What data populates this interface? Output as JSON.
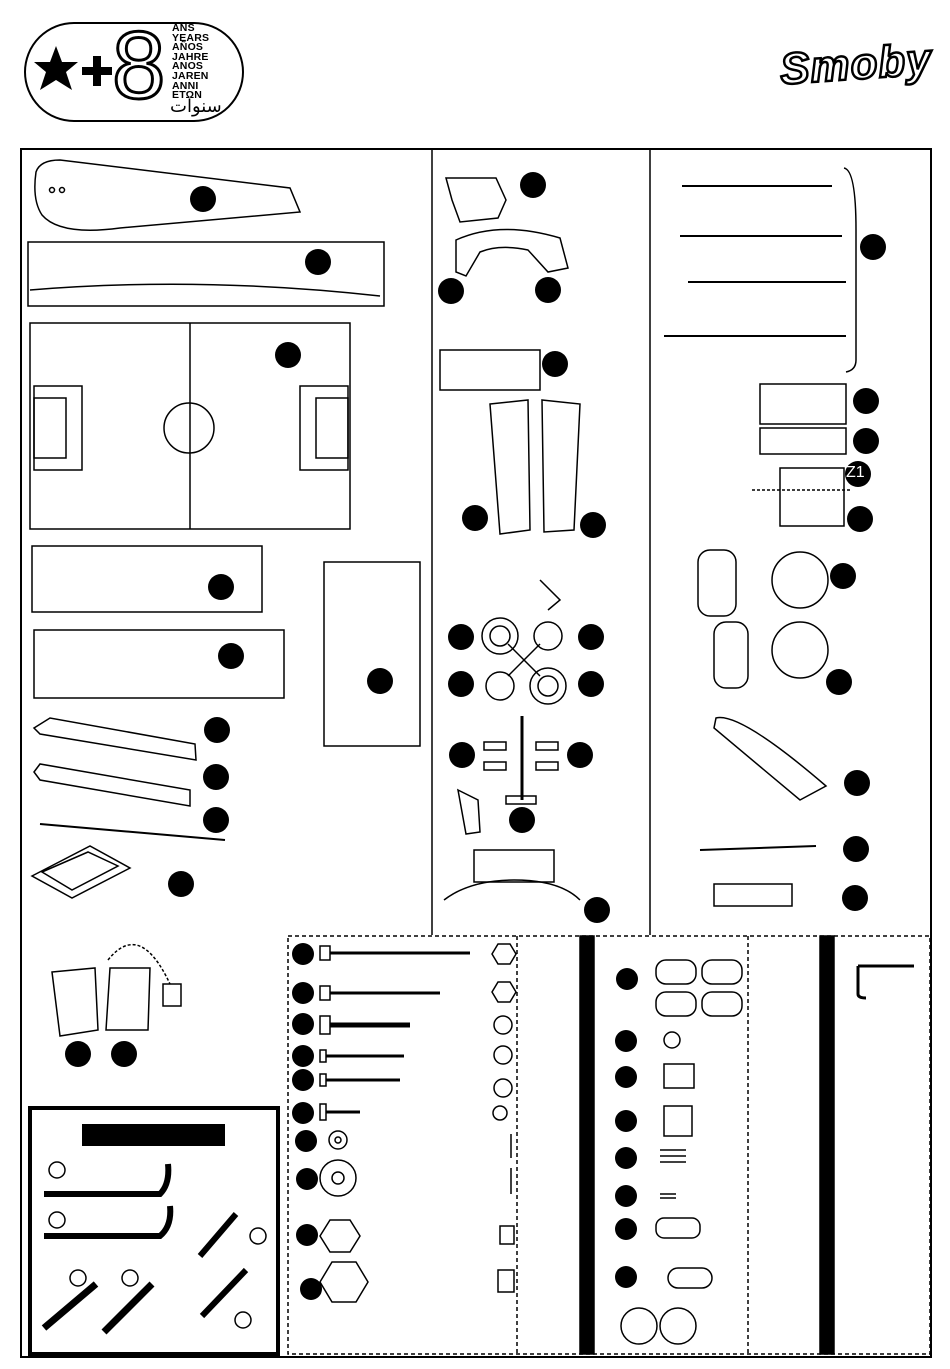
{
  "age": {
    "number": "8",
    "languages": [
      "ANS",
      "YEARS",
      "AÑOS",
      "JAHRE",
      "ANOS",
      "JAREN",
      "ANNI",
      "ΕΤΩΝ"
    ],
    "arabic": "سنوات"
  },
  "brand": {
    "name": "Smoby"
  },
  "labels": {
    "z1": "Z1"
  },
  "icons": [
    "child-figure-icon",
    "plus-icon",
    "allen-key-icon",
    "screwdriver-icon",
    "wrench-icon",
    "soccer-ball-icon"
  ]
}
